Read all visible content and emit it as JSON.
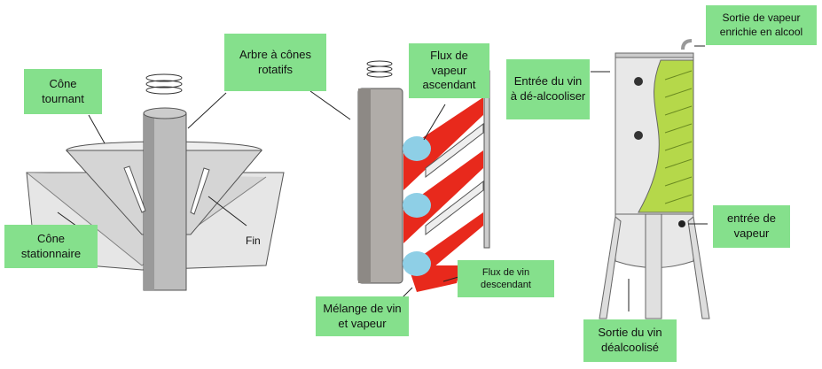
{
  "colors": {
    "label_bg": "#85e08c",
    "wine": "#e8291c",
    "vapour": "#8ecfe6",
    "packing": "#b5d84a",
    "metal": "#d9d9d9"
  },
  "labels": {
    "shaft": "Arbre à cônes rotatifs",
    "rotating_cone": "Cône tournant",
    "stationary_cone": "Cône stationnaire",
    "fin": "Fin",
    "rising_vapour": "Flux de vapeur ascendant",
    "descending_wine": "Flux de vin descendant",
    "mixture": "Mélange de vin et vapeur",
    "wine_inlet": "Entrée du vin à dé-alcooliser",
    "vapour_outlet": "Sortie de vapeur enrichie en alcool",
    "steam_inlet": "entrée de vapeur",
    "wine_outlet": "Sortie du vin déalcoolisé"
  }
}
